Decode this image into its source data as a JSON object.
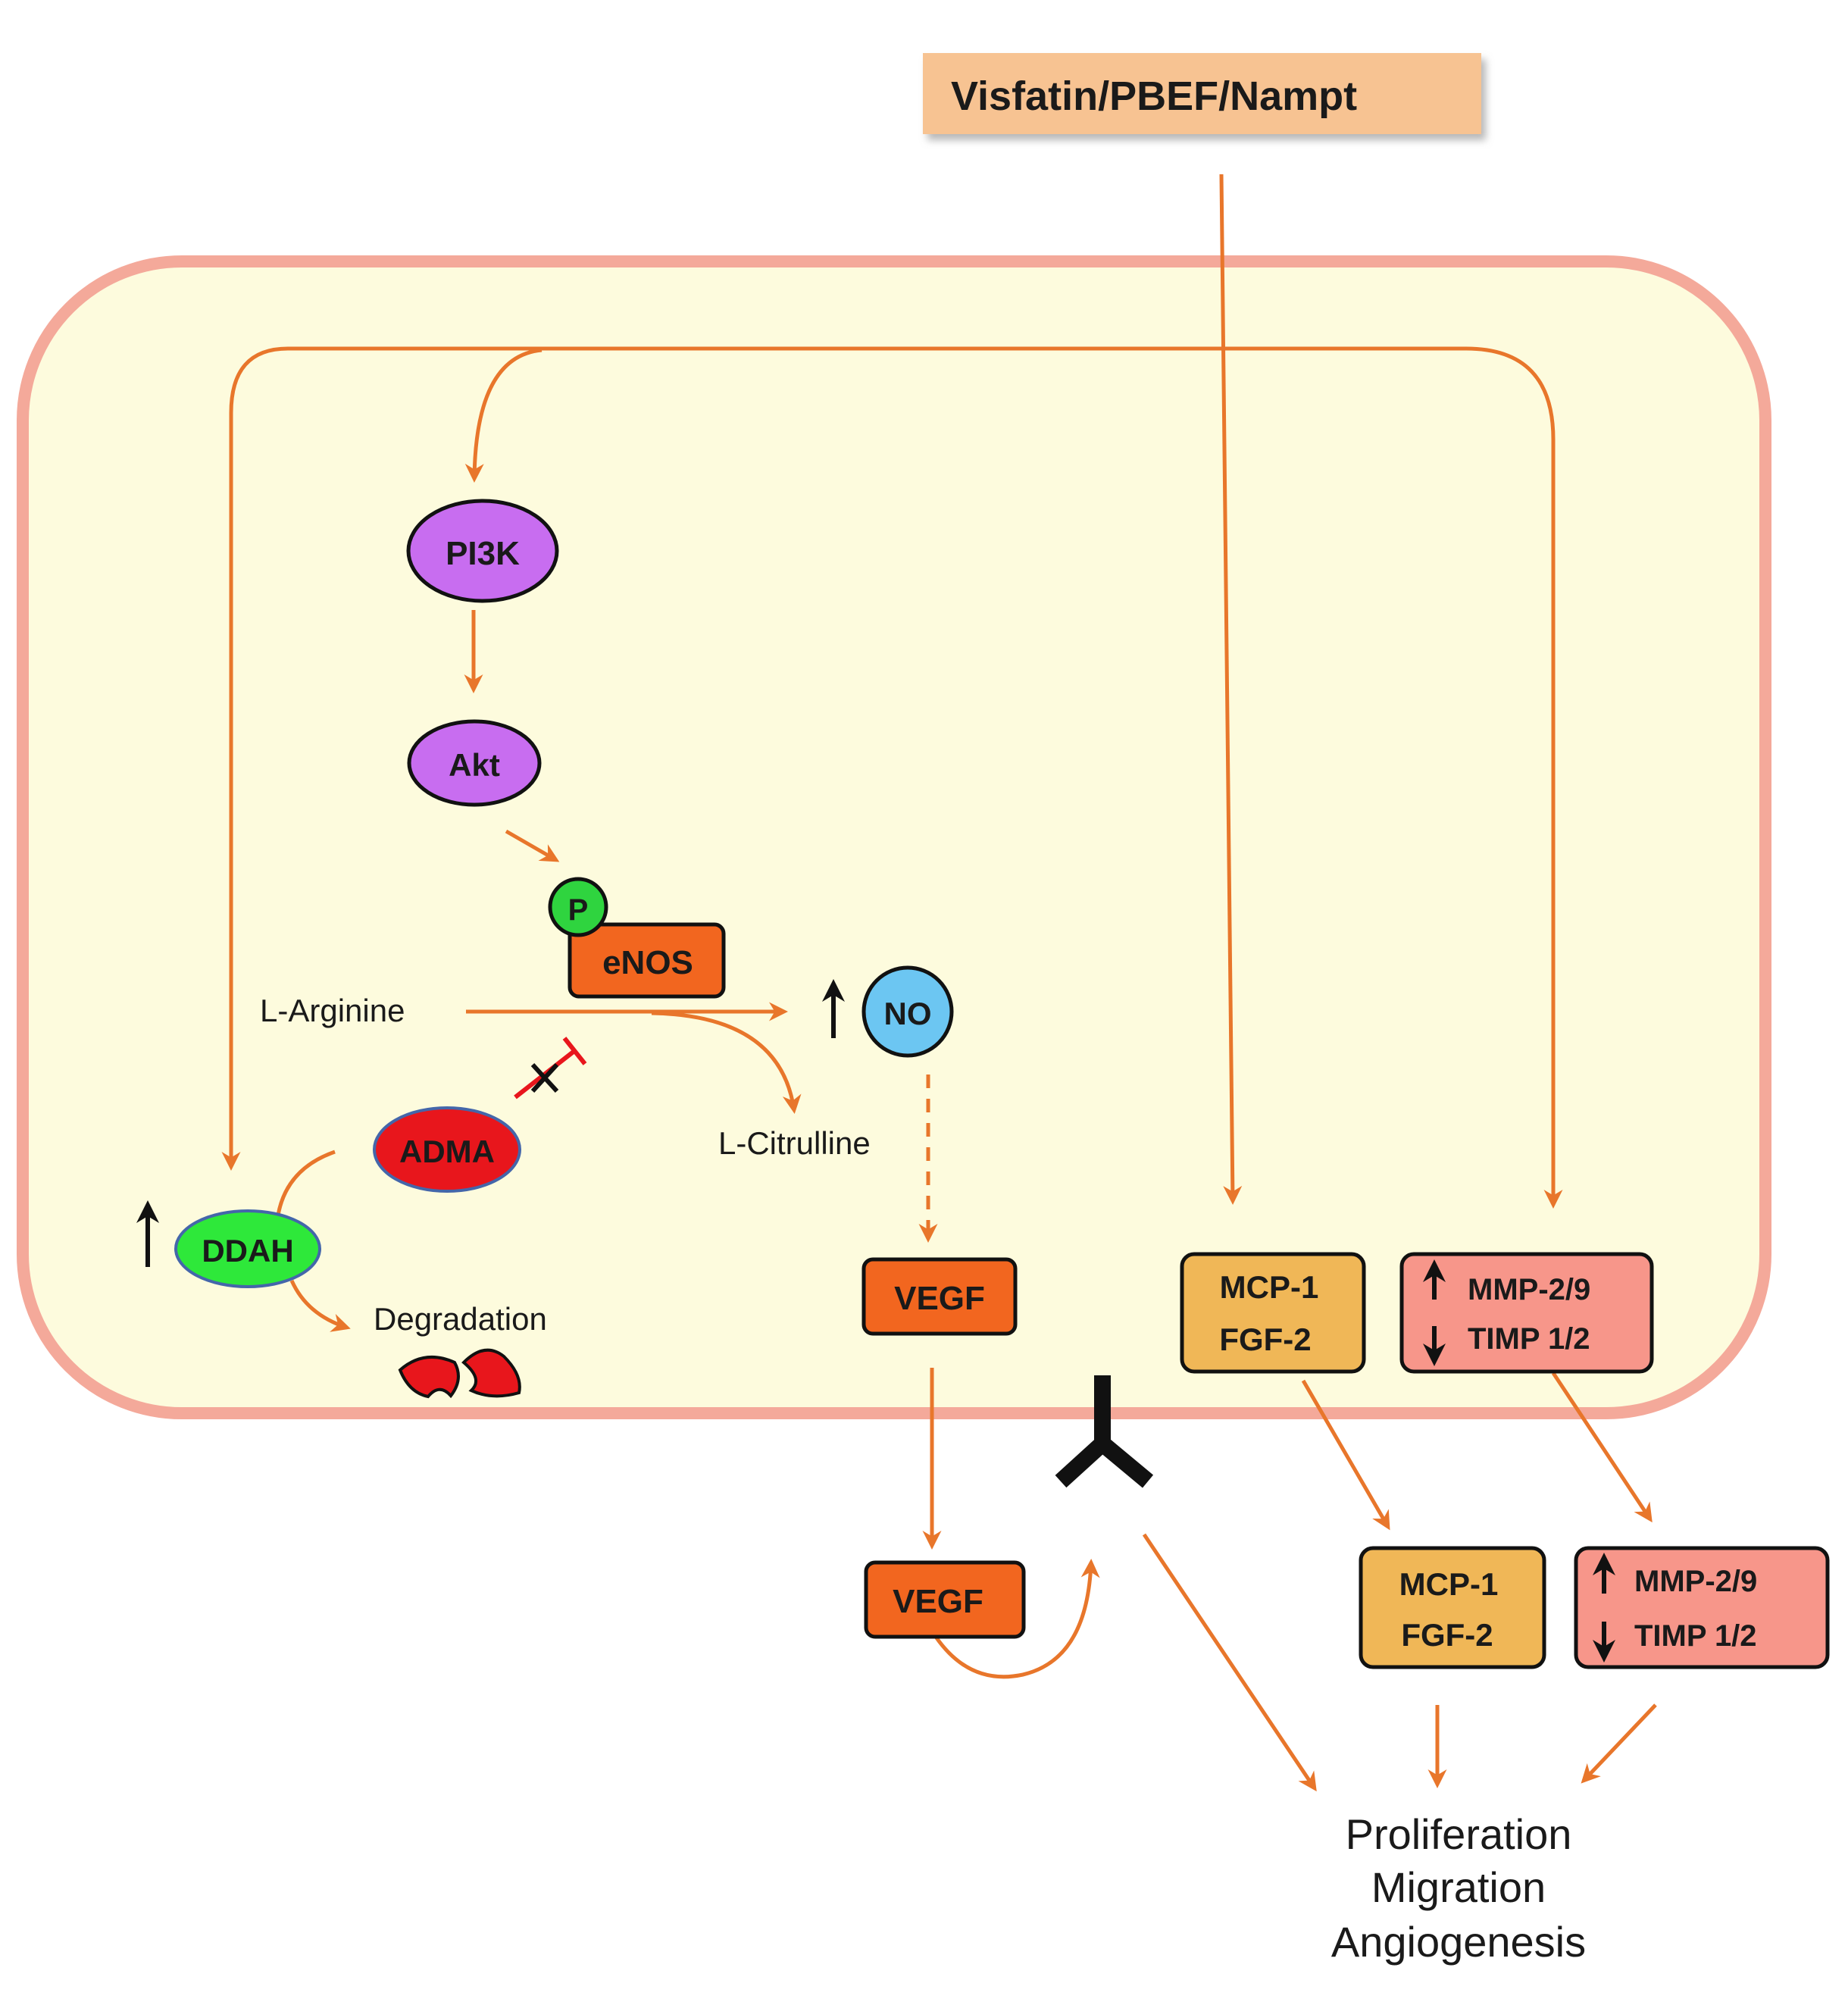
{
  "diagram": {
    "top_box": "Visfatin/PBEF/Nampt",
    "pi3k": "PI3K",
    "akt": "Akt",
    "phospho": "P",
    "enos": "eNOS",
    "no": "NO",
    "l_arginine": "L-Arginine",
    "l_citrulline": "L-Citrulline",
    "adma": "ADMA",
    "ddah": "DDAH",
    "degradation": "Degradation",
    "vegf_inside": "VEGF",
    "vegf_outside": "VEGF",
    "mcp1_inside": "MCP-1",
    "fgf2_inside": "FGF-2",
    "mmp_inside": "MMP-2/9",
    "timp_inside": "TIMP 1/2",
    "mcp1_outside": "MCP-1",
    "fgf2_outside": "FGF-2",
    "mmp_outside": "MMP-2/9",
    "timp_outside": "TIMP 1/2",
    "outcomes": [
      "Proliferation",
      "Migration",
      "Angiogenesis"
    ],
    "colors": {
      "arrow": "#e8762b",
      "cell_fill": "#fdfbdd",
      "cell_border": "#f4a99a",
      "top_box": "#f7c392",
      "pi3k_akt": "#c86df0",
      "enos_vegf": "#f2661f",
      "phospho": "#2fd43f",
      "no": "#6cc6f2",
      "adma": "#e8161c",
      "ddah": "#2ee83a",
      "mcp_box": "#f0b757",
      "mmp_box": "#f7968a"
    }
  }
}
